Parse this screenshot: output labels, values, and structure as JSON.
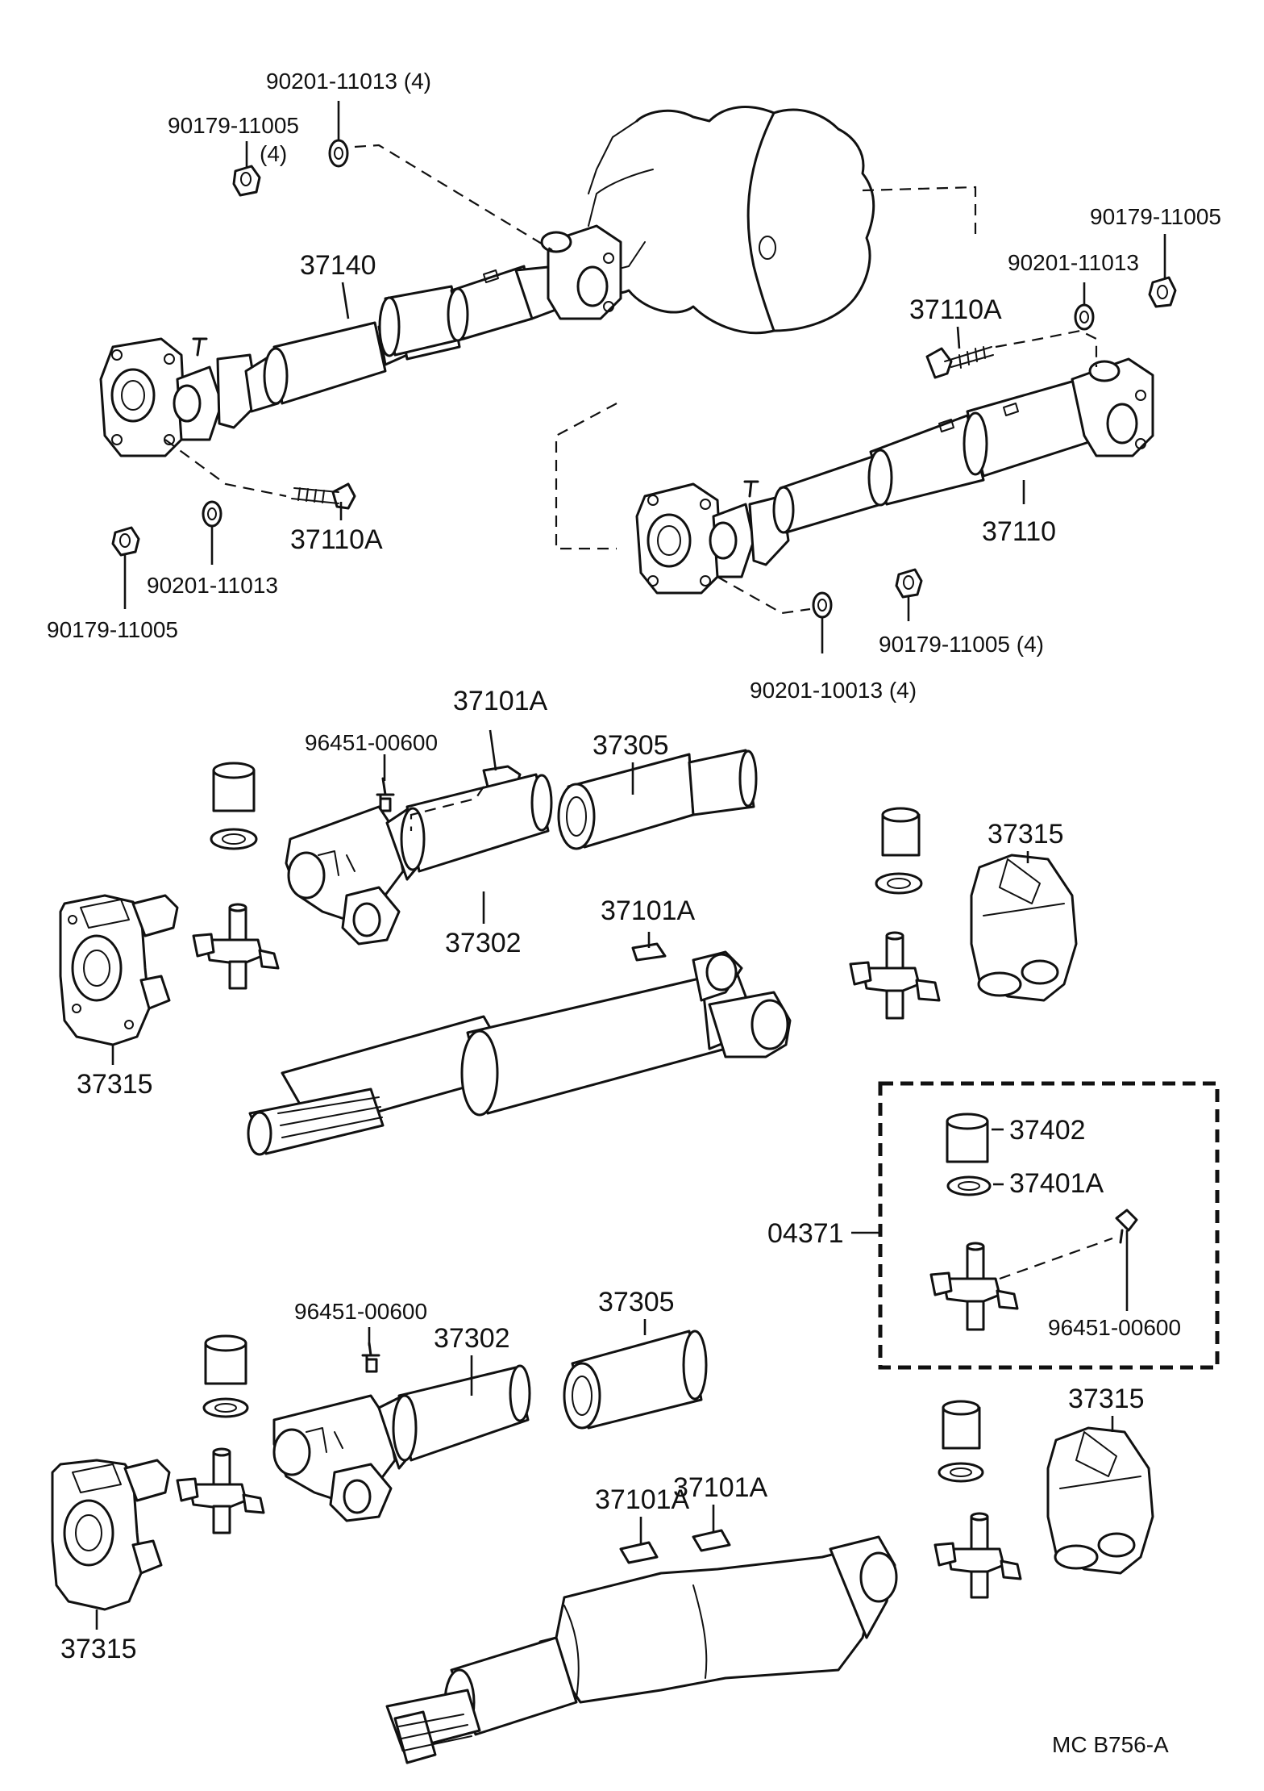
{
  "diagram": {
    "labels": {
      "top_nut_left": "90201-11013 (4)",
      "top_washer_left_a": "90179-11005",
      "top_washer_left_b": "(4)",
      "shaft_front": "37140",
      "bolt_front": "37110A",
      "washer_front": "90201-11013",
      "nut_front": "90179-11005",
      "nut_right_top": "90179-11005",
      "washer_right_top": "90201-11013",
      "bolt_rear": "37110A",
      "shaft_rear": "37110",
      "nut_rear": "90179-11005 (4)",
      "washer_rear": "90201-10013 (4)",
      "shim_a": "37101A",
      "grease_a": "96451-00600",
      "sleeve_a": "37305",
      "yoke_right_a": "37315",
      "yoke_left_a": "37315",
      "tube_a": "37302",
      "shim_b": "37101A",
      "cup_kit": "37402",
      "snap_kit": "37401A",
      "kit": "04371",
      "grease_kit": "96451-00600",
      "grease_b": "96451-00600",
      "sleeve_b": "37305",
      "tube_b": "37302",
      "yoke_right_b": "37315",
      "shim_c": "37101A",
      "shim_d": "37101A",
      "yoke_left_b": "37315",
      "figure_code": "MC  B756-A"
    }
  }
}
